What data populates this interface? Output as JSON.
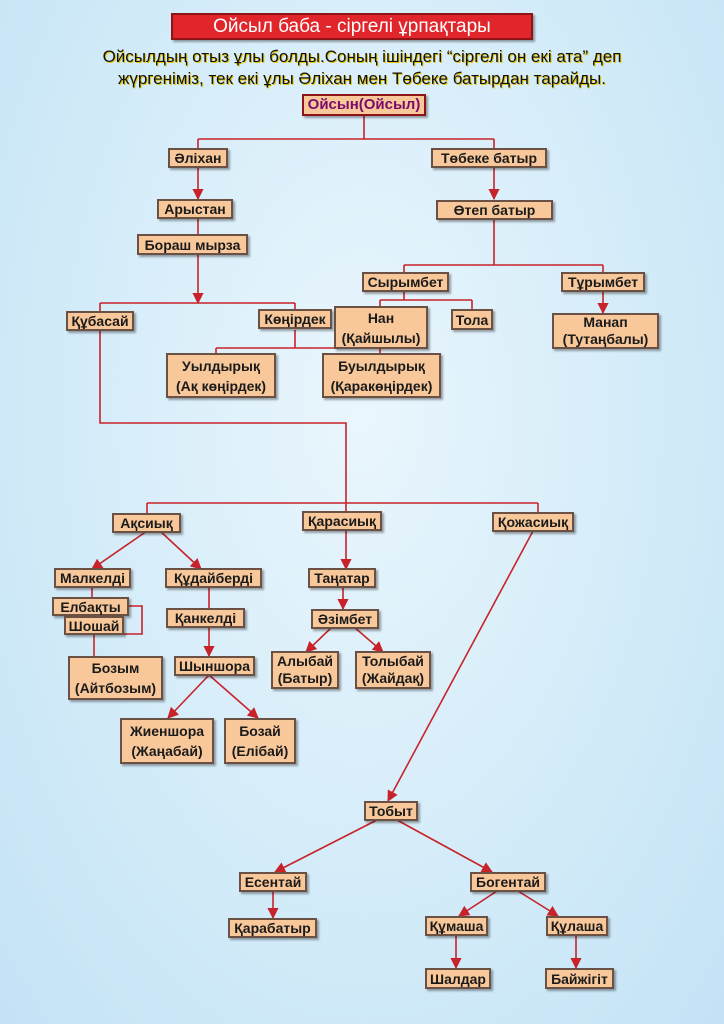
{
  "title": "Ойсыл баба - сіргелі ұрпақтары",
  "intro": {
    "line1": "Ойсылдың отыз ұлы болды.Соның ішіндегі “сіргелі он екі ата” деп",
    "line2": "жүргеніміз, тек екі ұлы Әліхан мен Төбеке батырдан тарайды."
  },
  "nodes": {
    "oisyl": "Ойсын(Ойсыл)",
    "alikhan": "Әліхан",
    "tobeke": "Төбеке батыр",
    "arystan": "Арыстан",
    "otep": "Өтеп батыр",
    "borash": "Бораш мырза",
    "syrymbet": "Сырымбет",
    "turymbet": "Тұрымбет",
    "kubasai": "Құбасай",
    "konirdek": "Көңірдек",
    "nan_1": "Нан",
    "nan_2": "(Қайшылы)",
    "tola": "Тола",
    "manap_1": "Манап",
    "manap_2": "(Тутаңбалы)",
    "uyldyryk_1": "Уылдырық",
    "uyldyryk_2": "(Ақ көңірдек)",
    "buyldyryk_1": "Буылдырық",
    "buyldyryk_2": "(Қаракөңірдек)",
    "aksiyk": "Ақсиық",
    "karasiyk": "Қарасиық",
    "kozhasiyk": "Қожасиық",
    "malkeldi": "Малкелді",
    "kudaiberdi": "Құдайберді",
    "tangatar": "Таңатар",
    "elbakty": "Елбақты",
    "shoshai": "Шошай",
    "kankeldi": "Қанкелді",
    "azimbet": "Әзімбет",
    "bozym_1": "Бозым",
    "bozym_2": "(Айтбозым)",
    "shynshora": "Шыншора",
    "alybai_1": "Алыбай",
    "alybai_2": "(Батыр)",
    "tolybai_1": "Толыбай",
    "tolybai_2": "(Жайдақ)",
    "zhienshora_1": "Жиеншора",
    "zhienshora_2": "(Жаңабай)",
    "bozai_1": "Бозай",
    "bozai_2": "(Елібай)",
    "tobyt": "Тобыт",
    "esentai": "Есентай",
    "bogentai": "Богентай",
    "karabatyr": "Қарабатыр",
    "kumasha": "Құмаша",
    "kulasha": "Құлаша",
    "shaldar": "Шалдар",
    "baizhigit": "Байжігіт"
  },
  "colors": {
    "banner": "#e0262b",
    "node_fill": "#f8c89a",
    "node_border": "#6b5044",
    "line": "#c8232a",
    "root_text": "#7a0a6a"
  }
}
